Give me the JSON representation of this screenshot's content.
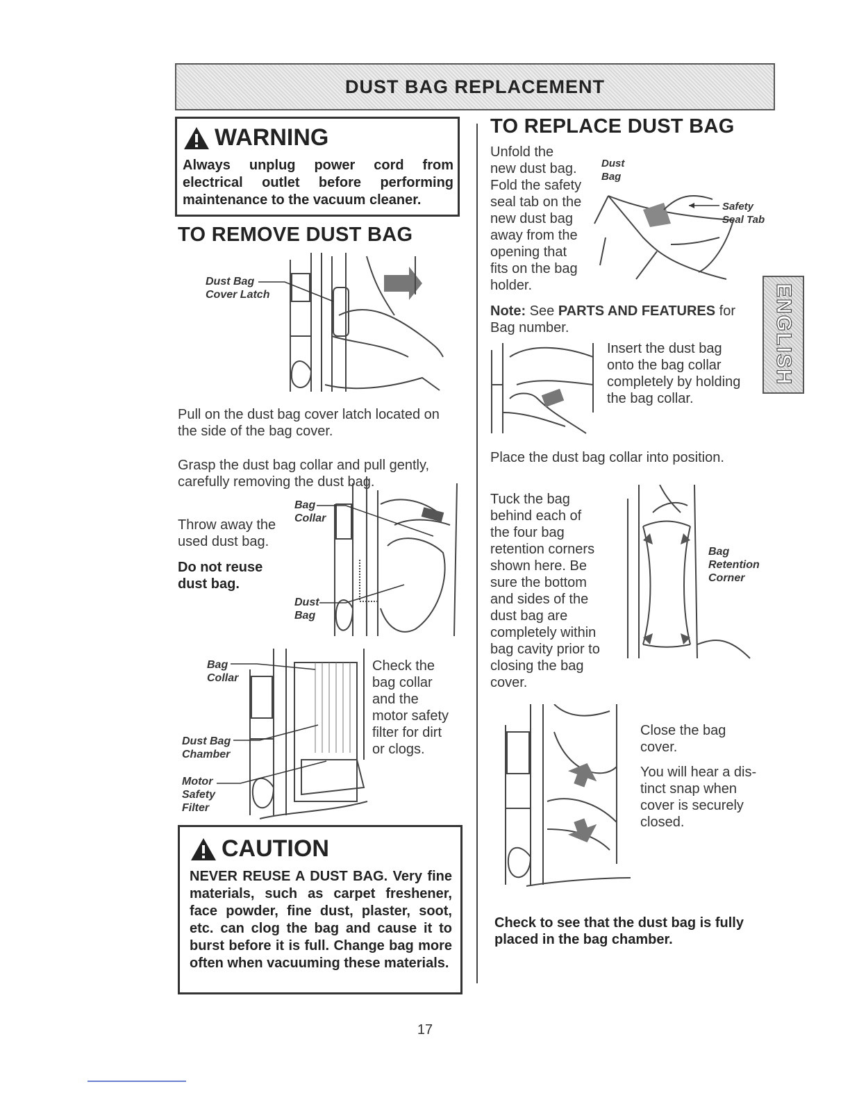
{
  "banner": {
    "title": "DUST BAG REPLACEMENT"
  },
  "warning": {
    "title": "WARNING",
    "text": "Always unplug power cord from electrical outlet before performing maintenance to the vacuum cleaner."
  },
  "remove": {
    "heading": "TO REMOVE DUST BAG",
    "latch_label_1": "Dust Bag",
    "latch_label_2": "Cover Latch",
    "pull_text": "Pull on the dust bag cover latch located on the side of the bag cover.",
    "grasp_text": "Grasp the dust bag collar and pull gently, carefully removing the dust bag.",
    "throw_text_1": "Throw away the",
    "throw_text_2": "used dust bag.",
    "no_reuse_1": "Do not reuse",
    "no_reuse_2": "dust bag.",
    "collar_label_1": "Bag",
    "collar_label_2": "Collar",
    "dustbag_label_1": "Dust",
    "dustbag_label_2": "Bag",
    "chamber_collar_1": "Bag",
    "chamber_collar_2": "Collar",
    "chamber_label_1": "Dust Bag",
    "chamber_label_2": "Chamber",
    "motor_label_1": "Motor",
    "motor_label_2": "Safety",
    "motor_label_3": "Filter",
    "check_lines": [
      "Check the",
      "bag collar",
      "and the",
      "motor safety",
      "filter for dirt",
      "or clogs."
    ]
  },
  "caution": {
    "title": "CAUTION",
    "text": "NEVER REUSE A DUST BAG. Very fine materials, such as carpet freshener, face powder, fine dust, plaster, soot, etc. can clog the bag and cause it to burst before it is full. Change bag more often when vacuuming these materials."
  },
  "replace": {
    "heading": "TO REPLACE DUST BAG",
    "unfold_lines": [
      "Unfold the",
      "new dust bag.",
      "Fold the safety",
      "seal tab on the",
      "new dust bag",
      "away from the",
      "opening that",
      "fits on the bag",
      "holder."
    ],
    "dustbag_label_1": "Dust",
    "dustbag_label_2": "Bag",
    "seal_label_1": "Safety",
    "seal_label_2": "Seal Tab",
    "note_prefix": "Note:",
    "note_mid": " See ",
    "note_parts": "PARTS AND FEATURES",
    "note_suffix": " for",
    "note_line2": "Bag number.",
    "insert_lines": [
      "Insert the dust bag",
      "onto the bag collar",
      "completely by holding",
      "the bag collar."
    ],
    "place_text": "Place the dust bag collar into position.",
    "tuck_lines": [
      "Tuck the bag",
      "behind each of",
      "the four bag",
      "retention corners",
      "shown here. Be",
      "sure the bottom",
      "and sides of the",
      "dust bag are",
      "completely within",
      "bag cavity prior to",
      "closing the bag",
      "cover."
    ],
    "retention_label_1": "Bag",
    "retention_label_2": "Retention",
    "retention_label_3": "Corner",
    "close_lines": [
      "Close the bag",
      "cover."
    ],
    "snap_lines": [
      "You will hear a dis-",
      "tinct snap when",
      "cover is securely",
      "closed."
    ],
    "check_final_1": "Check to see that the dust bag is fully",
    "check_final_2": "placed in the bag chamber."
  },
  "side_tab": "ENGLISH",
  "page_number": "17"
}
